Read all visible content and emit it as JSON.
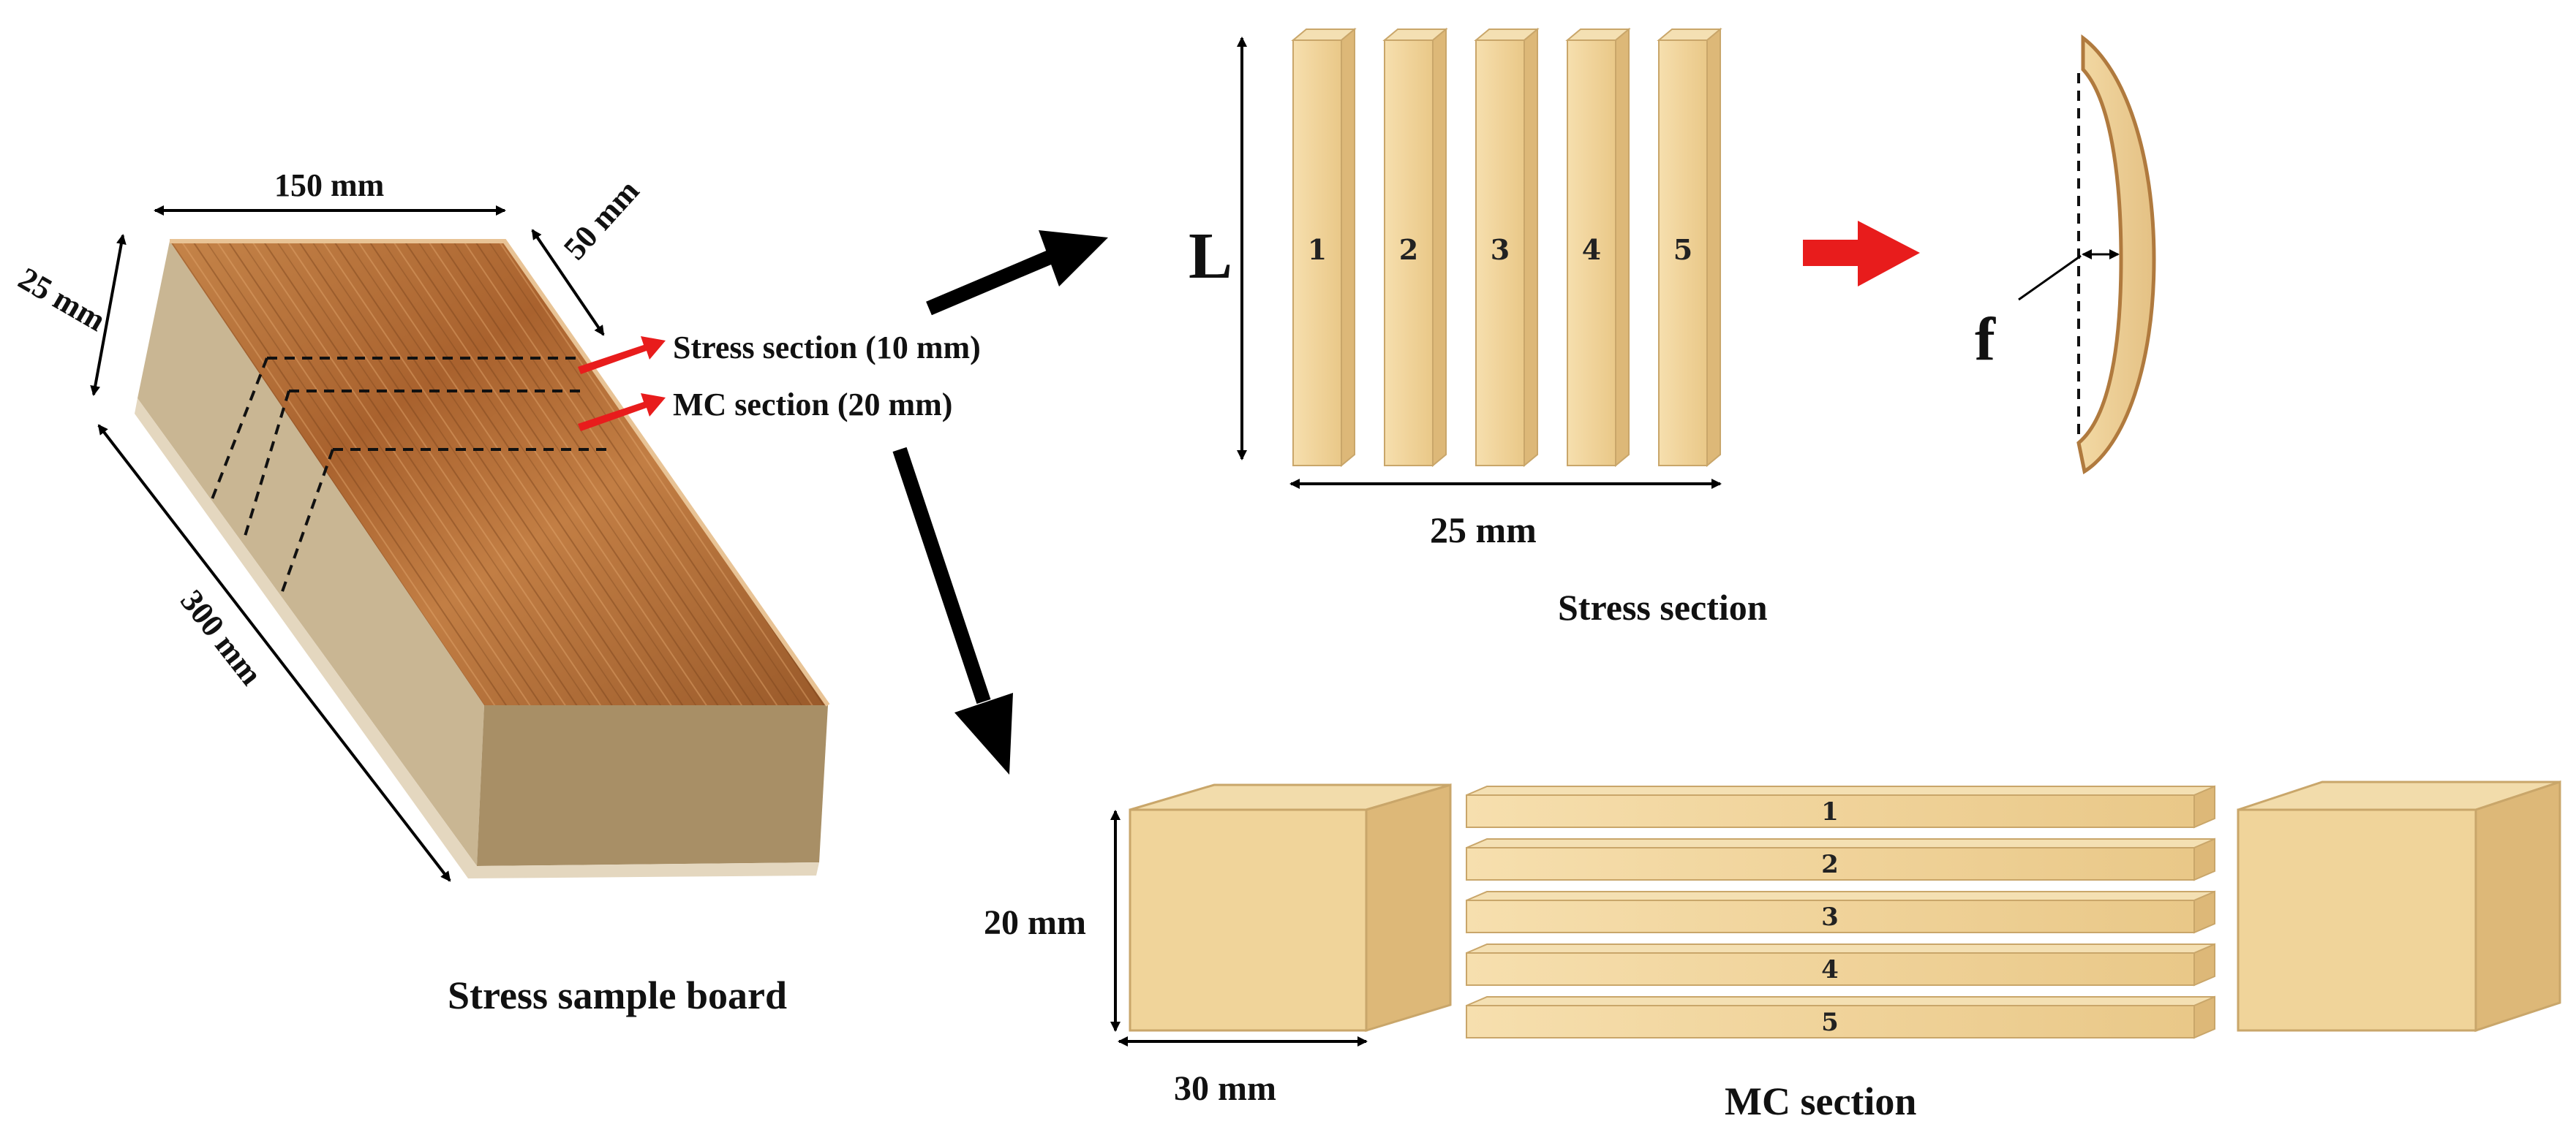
{
  "board": {
    "dim_width": "150 mm",
    "dim_depth": "50 mm",
    "dim_thickness": "25 mm",
    "dim_length": "300 mm",
    "callout_stress": "Stress section (10 mm)",
    "callout_mc": "MC section (20 mm)",
    "caption": "Stress sample board"
  },
  "stress_section": {
    "length_label": "L",
    "width_label": "25 mm",
    "strip_numbers": [
      "1",
      "2",
      "3",
      "4",
      "5"
    ],
    "deflection_label": "f",
    "caption": "Stress section"
  },
  "mc_section": {
    "height_label": "20 mm",
    "width_label": "30 mm",
    "slice_numbers": [
      "1",
      "2",
      "3",
      "4",
      "5"
    ],
    "caption": "MC section"
  },
  "colors": {
    "board_top": "#b06a34",
    "board_side": "#c7b494",
    "board_front": "#a89068",
    "wood_face": "#f0d49a",
    "wood_side": "#ddb878",
    "red_arrow": "#e81c1c",
    "black_arrow": "#000000"
  }
}
